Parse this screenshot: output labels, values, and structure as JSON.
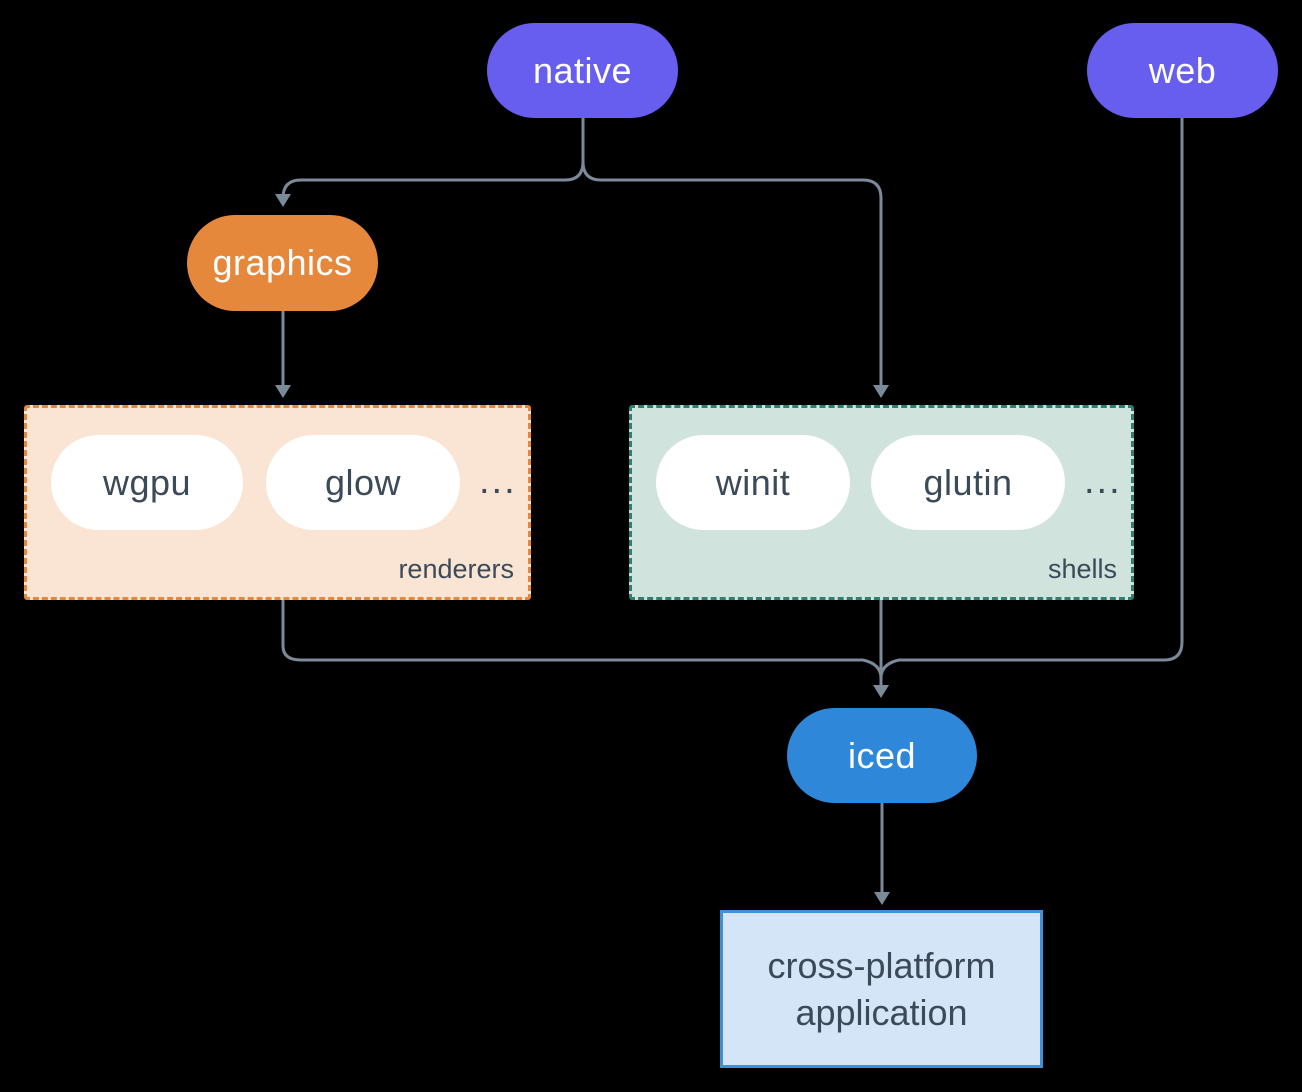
{
  "diagram": {
    "nodes": {
      "native": {
        "label": "native"
      },
      "web": {
        "label": "web"
      },
      "graphics": {
        "label": "graphics"
      },
      "iced": {
        "label": "iced"
      },
      "app": {
        "label_line1": "cross-platform",
        "label_line2": "application"
      }
    },
    "groups": {
      "renderers": {
        "label": "renderers",
        "items": [
          "wgpu",
          "glow"
        ],
        "ellipsis": "..."
      },
      "shells": {
        "label": "shells",
        "items": [
          "winit",
          "glutin"
        ],
        "ellipsis": "..."
      }
    },
    "colors": {
      "background": "#000000",
      "purple": "#675ef0",
      "orange": "#e6883c",
      "blue": "#2e87d8",
      "peach_fill": "#fae4d4",
      "mint_fill": "#d0e3dc",
      "teal_border": "#2d8173",
      "light_blue_fill": "#d4e5f7",
      "blue_border": "#3f8fd9",
      "pill_text": "#3b4a59",
      "edge": "#7b8a99"
    }
  }
}
